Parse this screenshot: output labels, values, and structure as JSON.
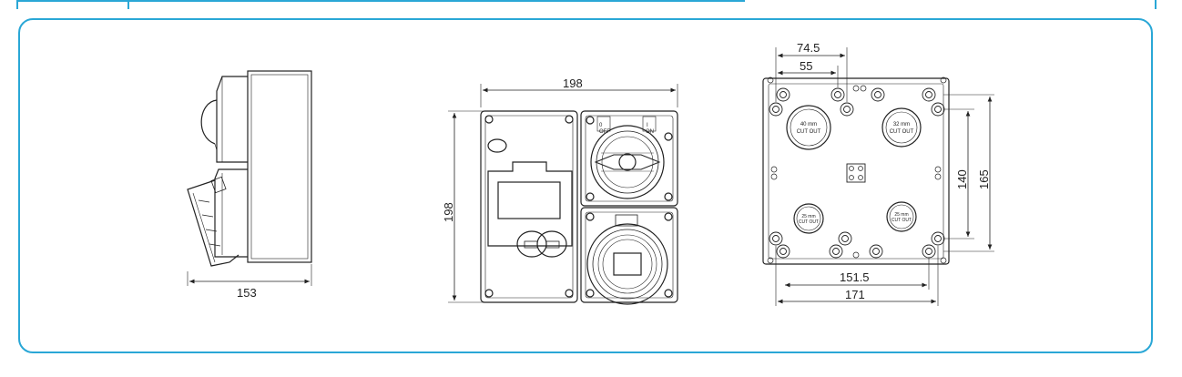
{
  "side_view": {
    "width_label": "153"
  },
  "front_view": {
    "width_label": "198",
    "height_label": "198",
    "off_label": "OFF",
    "on_label": "ON",
    "off_symbol": "0",
    "on_symbol": "I"
  },
  "back_view": {
    "top_dim_1": "74.5",
    "top_dim_2": "55",
    "bottom_dim_1": "151.5",
    "bottom_dim_2": "171",
    "right_dim_1": "140",
    "right_dim_2": "165",
    "cutouts": [
      {
        "size": "40 mm",
        "label": "CUT OUT"
      },
      {
        "size": "32 mm",
        "label": "CUT OUT"
      },
      {
        "size": "25 mm",
        "label": "CUT OUT"
      },
      {
        "size": "25 mm",
        "label": "CUT OUT"
      }
    ]
  },
  "colors": {
    "frame": "#2aa7d6",
    "line": "#222222"
  }
}
